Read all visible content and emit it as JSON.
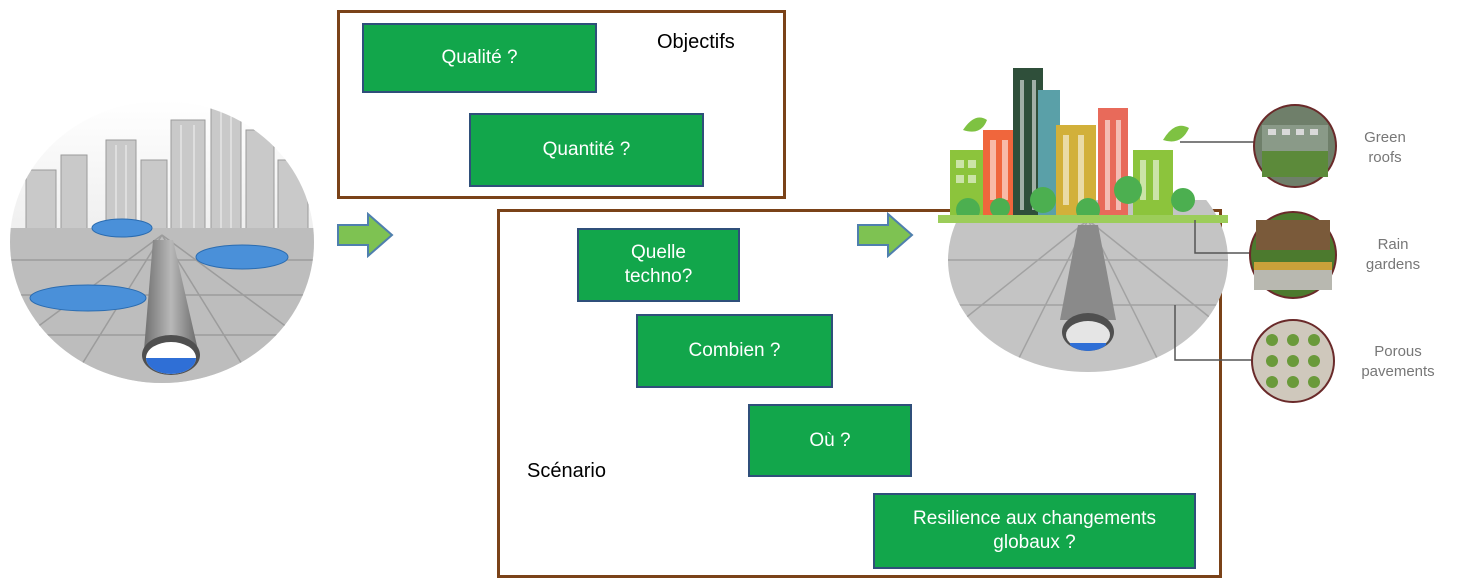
{
  "objectives": {
    "label": "Objectifs",
    "items": [
      "Qualité ?",
      "Quantité ?"
    ]
  },
  "scenario": {
    "label": "Scénario",
    "items": [
      "Quelle techno?",
      "Combien ?",
      "Où ?",
      "Resilience aux changements globaux ?"
    ]
  },
  "legend": {
    "green_roofs": "Green roofs",
    "rain_gardens": "Rain gardens",
    "porous_pavements": "Porous pavements"
  },
  "colors": {
    "box_fill": "#12a64b",
    "box_border": "#2f4f7a",
    "frame": "#7a4218",
    "arrow": "#7ec252"
  }
}
